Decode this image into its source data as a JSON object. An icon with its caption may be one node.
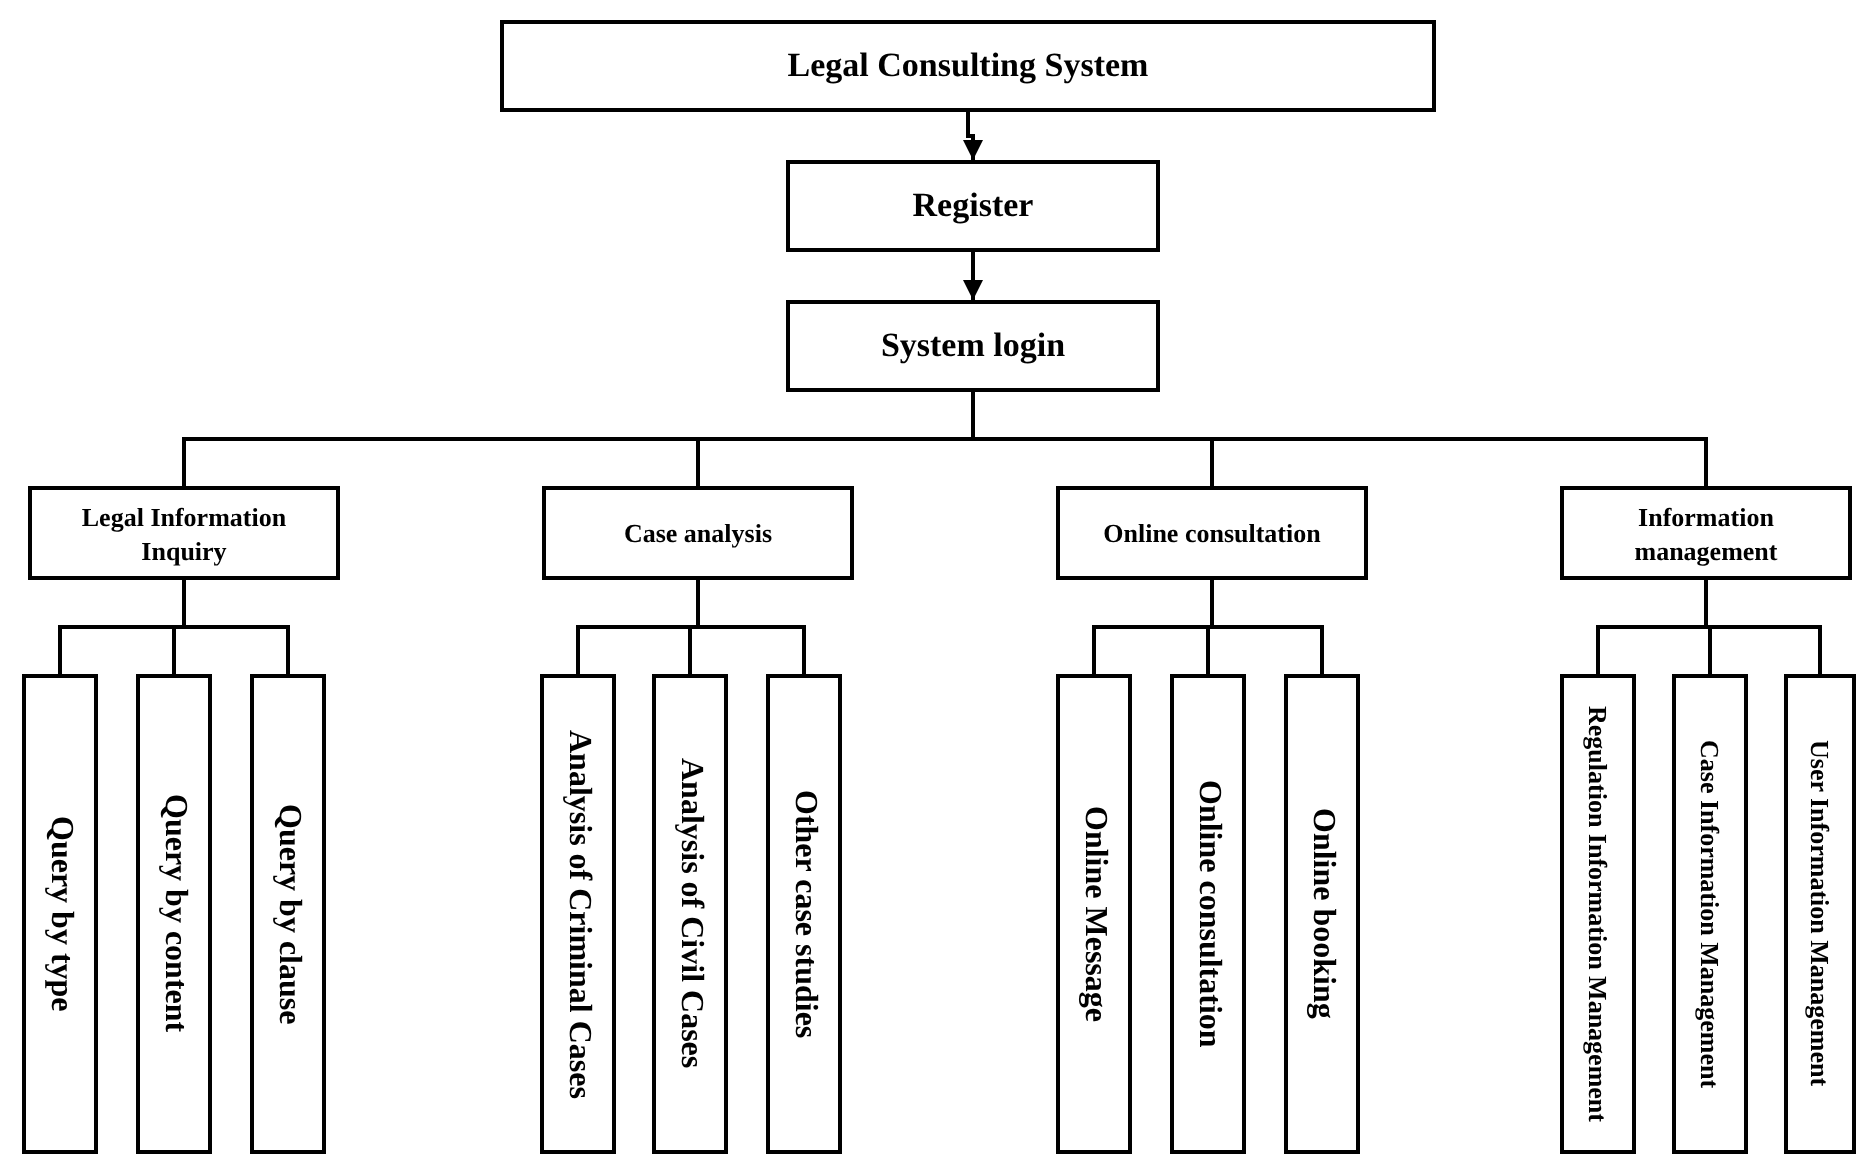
{
  "diagram": {
    "nodes": [
      {
        "text": [
          "Legal Consulting System"
        ]
      },
      {
        "text": [
          "Register"
        ]
      },
      {
        "text": [
          "System login"
        ]
      },
      {
        "text": [
          "Legal Information Inquiry"
        ]
      },
      {
        "text": [
          "Query by type"
        ]
      },
      {
        "text": [
          "Query by content"
        ]
      },
      {
        "text": [
          "Query by clause"
        ]
      },
      {
        "text": [
          "Case analysis"
        ]
      },
      {
        "text": [
          "Analysis of Criminal Cases"
        ]
      },
      {
        "text": [
          "Analysis of Civil Cases"
        ]
      },
      {
        "text": [
          "Other case studies"
        ]
      },
      {
        "text": [
          "Online consultation"
        ]
      },
      {
        "text": [
          "Online Message"
        ]
      },
      {
        "text": [
          "Online consultation"
        ]
      },
      {
        "text": [
          "Online booking"
        ]
      },
      {
        "text": [
          "Information management"
        ]
      },
      {
        "text": [
          "Regulation Information Management"
        ]
      },
      {
        "text": [
          "Case Information Management"
        ]
      },
      {
        "text": [
          "User Information Management"
        ]
      }
    ],
    "edges": [
      {
        "from": 0,
        "to": 1,
        "arrow": "to"
      },
      {
        "from": 1,
        "to": 2,
        "arrow": "to"
      },
      {
        "from": 2,
        "to": 3,
        "arrow": "none"
      },
      {
        "from": 2,
        "to": 7,
        "arrow": "none"
      },
      {
        "from": 2,
        "to": 11,
        "arrow": "none"
      },
      {
        "from": 2,
        "to": 15,
        "arrow": "none"
      },
      {
        "from": 3,
        "to": 4,
        "arrow": "none"
      },
      {
        "from": 3,
        "to": 5,
        "arrow": "none"
      },
      {
        "from": 3,
        "to": 6,
        "arrow": "none"
      },
      {
        "from": 7,
        "to": 8,
        "arrow": "none"
      },
      {
        "from": 7,
        "to": 9,
        "arrow": "none"
      },
      {
        "from": 7,
        "to": 10,
        "arrow": "none"
      },
      {
        "from": 11,
        "to": 12,
        "arrow": "none"
      },
      {
        "from": 11,
        "to": 13,
        "arrow": "none"
      },
      {
        "from": 11,
        "to": 14,
        "arrow": "none"
      },
      {
        "from": 15,
        "to": 16,
        "arrow": "none"
      },
      {
        "from": 15,
        "to": 17,
        "arrow": "none"
      },
      {
        "from": 15,
        "to": 18,
        "arrow": "none"
      }
    ]
  }
}
